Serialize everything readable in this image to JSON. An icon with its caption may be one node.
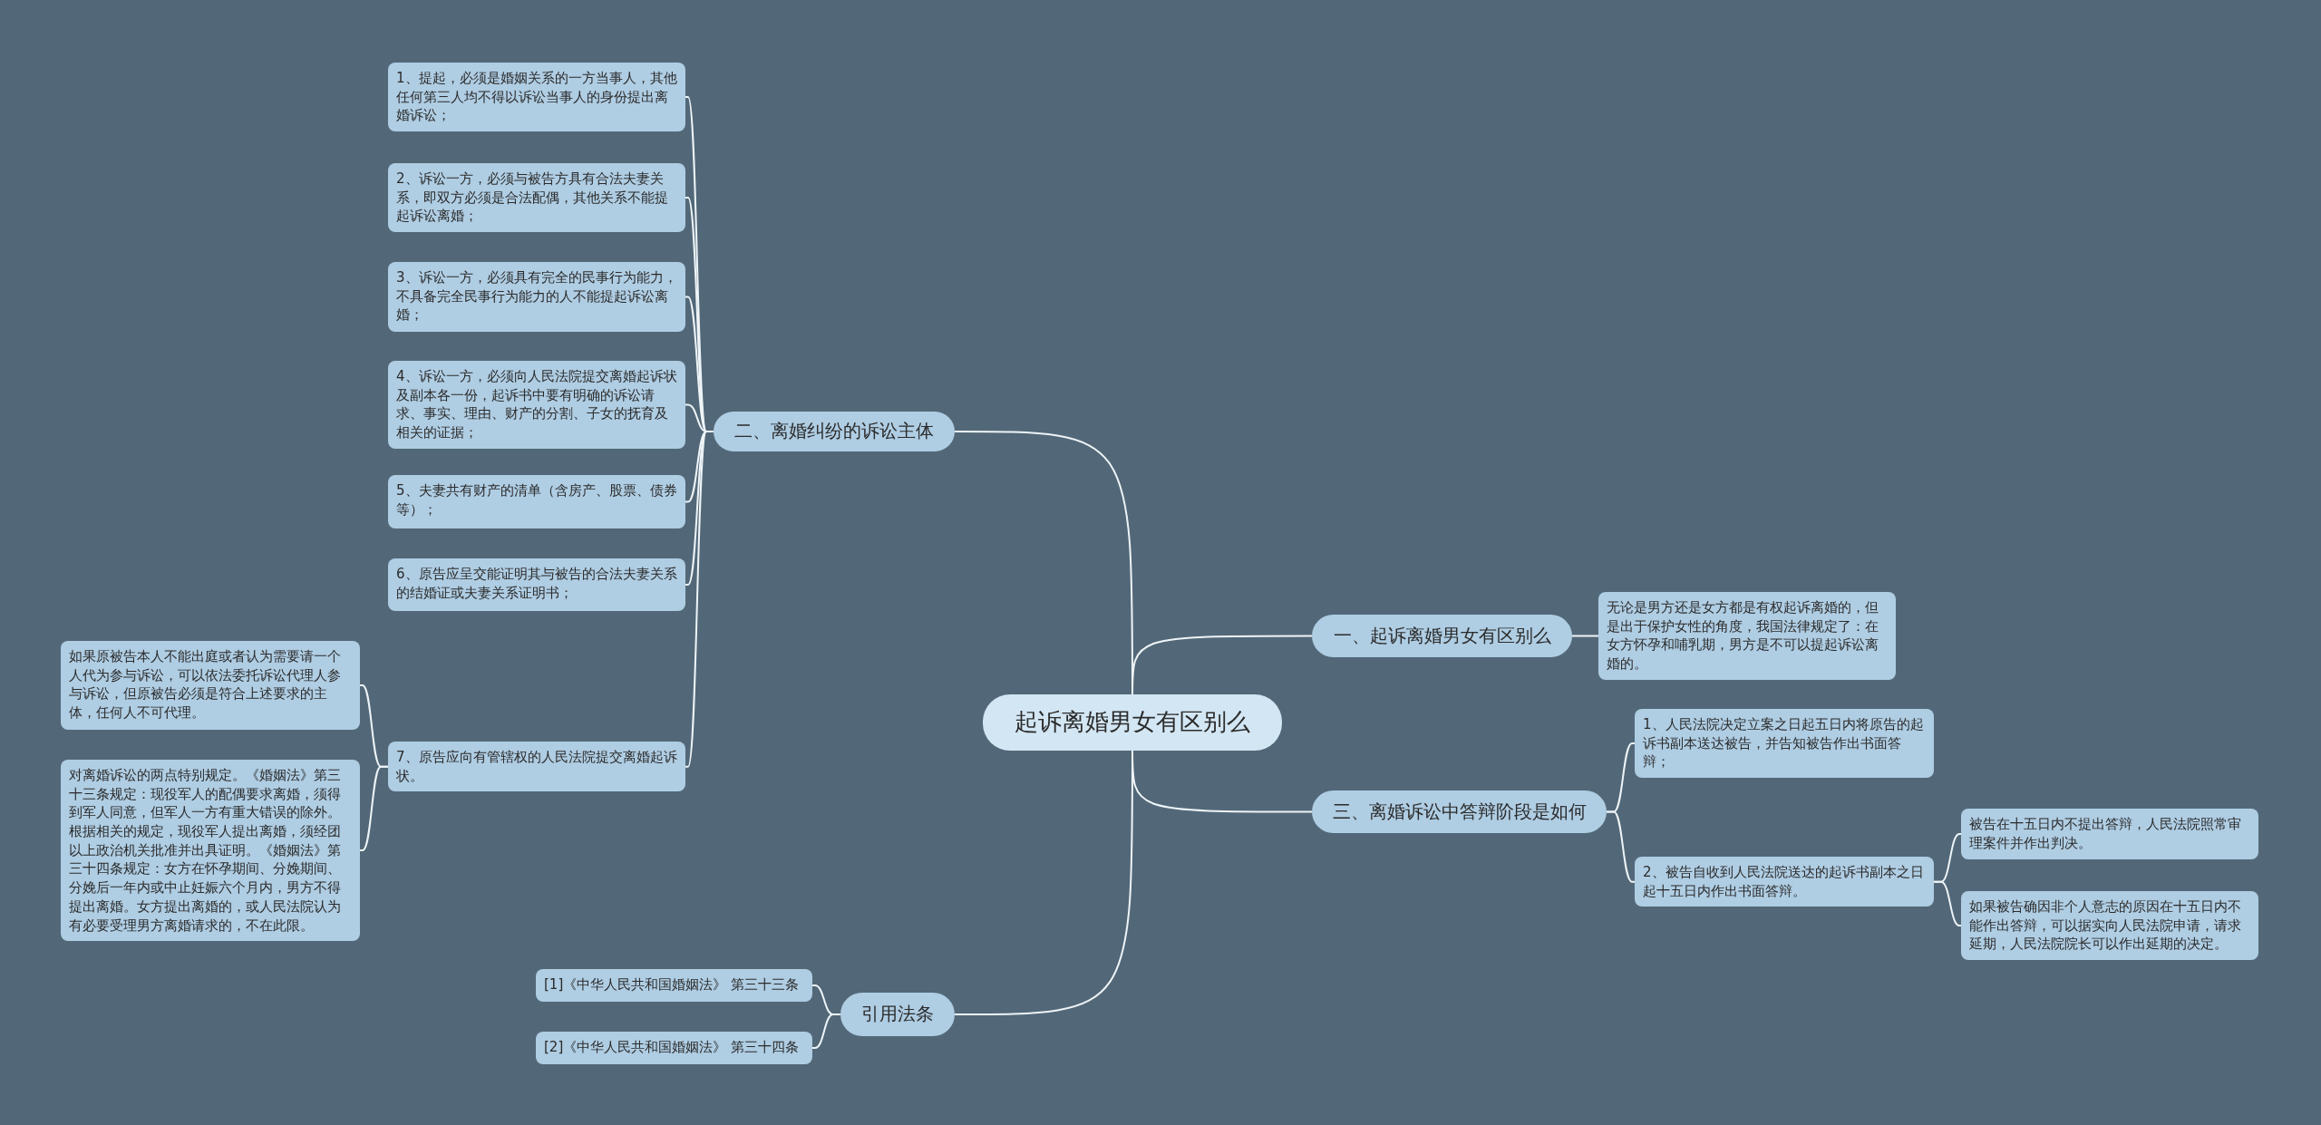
{
  "diagram": {
    "nodes": [
      {
        "text": [
          "起诉离婚男女有区别么"
        ]
      },
      {
        "text": [
          "二、离婚纠纷的诉讼主体"
        ]
      },
      {
        "text": [
          "1、提起，必须是婚姻关系的一方当事人，其他任何第三人均不得以诉讼当事人的身份提出离婚诉讼；"
        ]
      },
      {
        "text": [
          "2、诉讼一方，必须与被告方具有合法夫妻关系，即双方必须是合法配偶，其他关系不能提起诉讼离婚；"
        ]
      },
      {
        "text": [
          "3、诉讼一方，必须具有完全的民事行为能力，不具备完全民事行为能力的人不能提起诉讼离婚；"
        ]
      },
      {
        "text": [
          "4、诉讼一方，必须向人民法院提交离婚起诉状及副本各一份，起诉书中要有明确的诉讼请求、事实、理由、财产的分割、子女的抚育及相关的证据；"
        ]
      },
      {
        "text": [
          "5、夫妻共有财产的清单（含房产、股票、债券等）；"
        ]
      },
      {
        "text": [
          "6、原告应呈交能证明其与被告的合法夫妻关系的结婚证或夫妻关系证明书；"
        ]
      },
      {
        "text": [
          "7、原告应向有管辖权的人民法院提交离婚起诉状。"
        ]
      },
      {
        "text": [
          "如果原被告本人不能出庭或者认为需要请一个人代为参与诉讼，可以依法委托诉讼代理人参与诉讼，但原被告必须是符合上述要求的主体，任何人不可代理。"
        ]
      },
      {
        "text": [
          "对离婚诉讼的两点特别规定。《婚姻法》第三十三条规定：现役军人的配偶要求离婚，须得到军人同意，但军人一方有重大错误的除外。根据相关的规定，现役军人提出离婚，须经团以上政治机关批准并出具证明。《婚姻法》第三十四条规定：女方在怀孕期间、分娩期间、分娩后一年内或中止妊娠六个月内，男方不得提出离婚。女方提出离婚的，或人民法院认为有必要受理男方离婚请求的，不在此限。"
        ]
      },
      {
        "text": [
          "一、起诉离婚男女有区别么"
        ]
      },
      {
        "text": [
          "无论是男方还是女方都是有权起诉离婚的，但是出于保护女性的角度，我国法律规定了：在女方怀孕和哺乳期，男方是不可以提起诉讼离婚的。"
        ]
      },
      {
        "text": [
          "三、离婚诉讼中答辩阶段是如何"
        ]
      },
      {
        "text": [
          "1、人民法院决定立案之日起五日内将原告的起诉书副本送达被告，并告知被告作出书面答辩；"
        ]
      },
      {
        "text": [
          "2、被告自收到人民法院送达的起诉书副本之日起十五日内作出书面答辩。"
        ]
      },
      {
        "text": [
          "被告在十五日内不提出答辩，人民法院照常审理案件并作出判决。"
        ]
      },
      {
        "text": [
          "如果被告确因非个人意志的原因在十五日内不能作出答辩，可以据实向人民法院申请，请求延期，人民法院院长可以作出延期的决定。"
        ]
      },
      {
        "text": [
          "引用法条"
        ]
      },
      {
        "text": [
          "[1]《中华人民共和国婚姻法》 第三十三条"
        ]
      },
      {
        "text": [
          "[2]《中华人民共和国婚姻法》 第三十四条"
        ]
      }
    ],
    "edges": [
      {
        "from": 0,
        "to": 1,
        "arrow": "none"
      },
      {
        "from": 0,
        "to": 11,
        "arrow": "none"
      },
      {
        "from": 0,
        "to": 13,
        "arrow": "none"
      },
      {
        "from": 0,
        "to": 18,
        "arrow": "none"
      },
      {
        "from": 1,
        "to": 2,
        "arrow": "none"
      },
      {
        "from": 1,
        "to": 3,
        "arrow": "none"
      },
      {
        "from": 1,
        "to": 4,
        "arrow": "none"
      },
      {
        "from": 1,
        "to": 5,
        "arrow": "none"
      },
      {
        "from": 1,
        "to": 6,
        "arrow": "none"
      },
      {
        "from": 1,
        "to": 7,
        "arrow": "none"
      },
      {
        "from": 1,
        "to": 8,
        "arrow": "none"
      },
      {
        "from": 8,
        "to": 9,
        "arrow": "none"
      },
      {
        "from": 8,
        "to": 10,
        "arrow": "none"
      },
      {
        "from": 11,
        "to": 12,
        "arrow": "none"
      },
      {
        "from": 13,
        "to": 14,
        "arrow": "none"
      },
      {
        "from": 13,
        "to": 15,
        "arrow": "none"
      },
      {
        "from": 15,
        "to": 16,
        "arrow": "none"
      },
      {
        "from": 15,
        "to": 17,
        "arrow": "none"
      },
      {
        "from": 18,
        "to": 19,
        "arrow": "none"
      },
      {
        "from": 18,
        "to": 20,
        "arrow": "none"
      }
    ]
  }
}
